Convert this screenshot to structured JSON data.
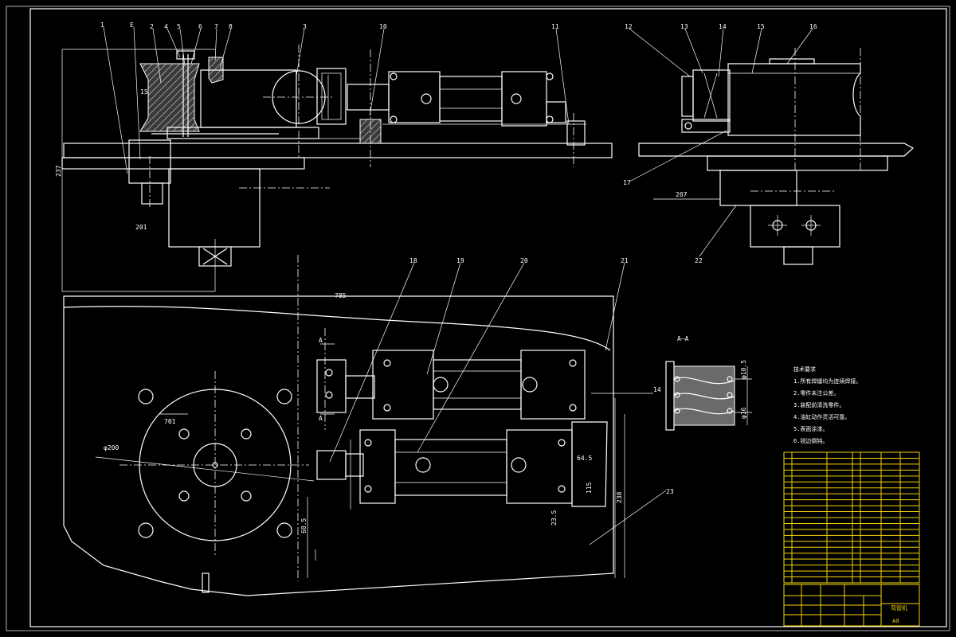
{
  "balloons": [
    "1",
    "E",
    "2",
    "4",
    "5",
    "6",
    "7",
    "8",
    "3",
    "10",
    "11",
    "12",
    "13",
    "14",
    "15",
    "16",
    "17",
    "18",
    "19",
    "20",
    "21",
    "22",
    "23"
  ],
  "dimensions": {
    "d1": "237",
    "d2": "201",
    "d3": "207",
    "d4": "785",
    "d5": "φ200",
    "d6": "701",
    "d7": "60.5",
    "d8": "64.5",
    "d9": "115",
    "d10": "238",
    "d11": "23.5",
    "d12": "15",
    "d13": "14",
    "d14": "φ10.5",
    "d15": "φ16"
  },
  "section": {
    "title": "A—A",
    "cut_a1": "A",
    "cut_a2": "A"
  },
  "tech_notes": {
    "heading": "技术要求",
    "lines": [
      "1.所有焊缝均为连续焊接。",
      "2.零件未注公差。",
      "3.装配前清洗零件。",
      "4.油缸动作灵活可靠。",
      "5.表面涂漆。",
      "6.锐边倒钝。"
    ]
  },
  "title_block": {
    "sheet_label": "A0",
    "drawing_name": "弯管机"
  },
  "colors": {
    "background": "#000000",
    "line": "#ffffff",
    "table": "#f4d600",
    "section_fill": "#6a6a6a"
  }
}
